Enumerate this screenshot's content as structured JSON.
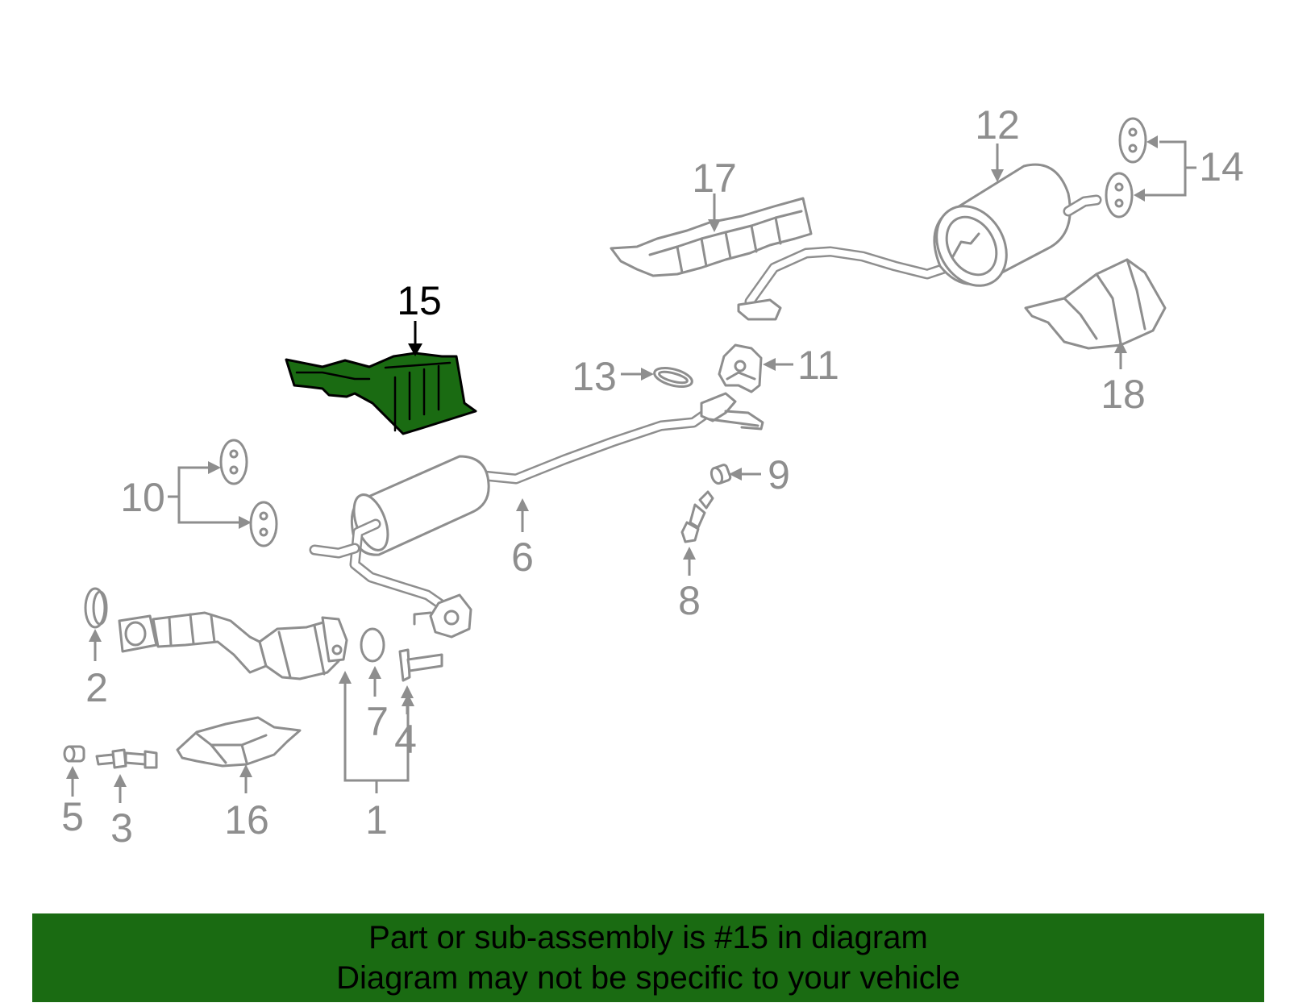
{
  "colors": {
    "highlight_fill": "#1a6b12",
    "part_stroke": "#8e8e8e",
    "banner_bg": "#1a6b12",
    "banner_text": "#000000"
  },
  "callouts": {
    "c1": "1",
    "c2": "2",
    "c3": "3",
    "c4": "4",
    "c5": "5",
    "c6": "6",
    "c7": "7",
    "c8": "8",
    "c9": "9",
    "c10": "10",
    "c11": "11",
    "c12": "12",
    "c13": "13",
    "c14": "14",
    "c15": "15",
    "c16": "16",
    "c17": "17",
    "c18": "18"
  },
  "highlighted_part": "15",
  "banner": {
    "line1": "Part or sub-assembly is #15 in diagram",
    "line2": "Diagram may not be specific to your vehicle"
  }
}
